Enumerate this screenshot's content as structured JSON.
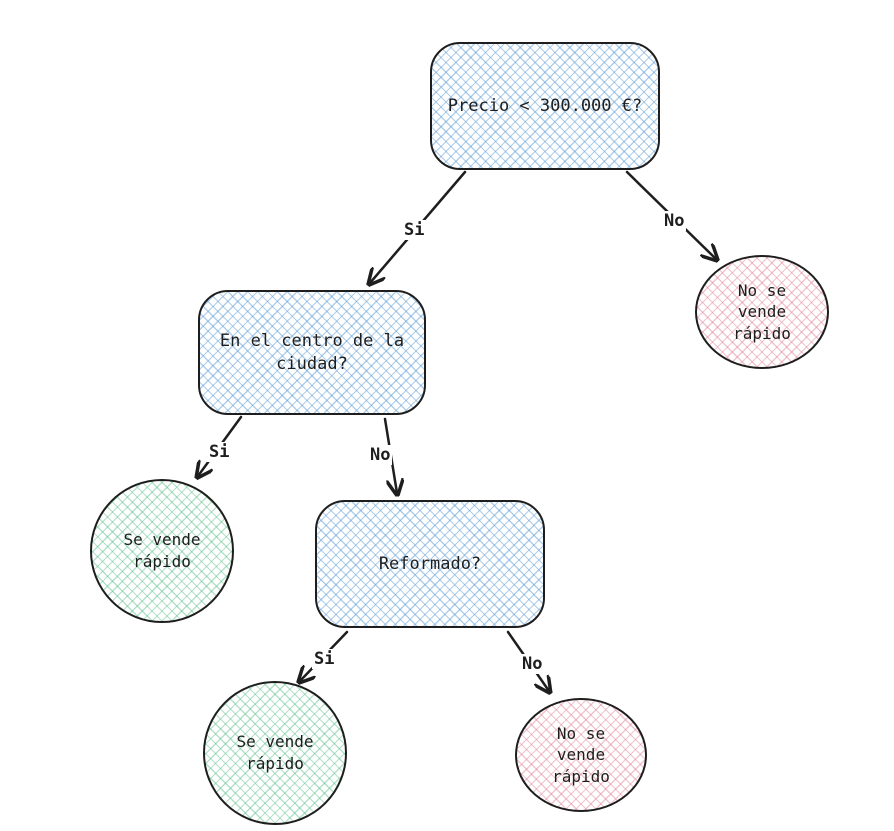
{
  "diagram": {
    "type": "decision-tree",
    "nodes": {
      "root": {
        "label": "Precio < 300.000 €?",
        "kind": "decision"
      },
      "centro": {
        "label": "En el centro de la ciudad?",
        "kind": "decision"
      },
      "reformado": {
        "label": "Reformado?",
        "kind": "decision"
      },
      "no_vende_top": {
        "label": "No se vende rápido",
        "kind": "outcome-negative"
      },
      "se_vende_left": {
        "label": "Se vende rápido",
        "kind": "outcome-positive"
      },
      "se_vende_bottom": {
        "label": "Se vende rápido",
        "kind": "outcome-positive"
      },
      "no_vende_bottom": {
        "label": "No se vende rápido",
        "kind": "outcome-negative"
      }
    },
    "edges": {
      "root_si": {
        "label": "Si"
      },
      "root_no": {
        "label": "No"
      },
      "centro_si": {
        "label": "Si"
      },
      "centro_no": {
        "label": "No"
      },
      "reformado_si": {
        "label": "Si"
      },
      "reformado_no": {
        "label": "No"
      }
    },
    "colors": {
      "stroke": "#1e1e1e",
      "decision_hatch": "#609ed6",
      "positive_hatch": "#57be85",
      "negative_hatch": "#e07e94",
      "background": "#ffffff"
    }
  }
}
